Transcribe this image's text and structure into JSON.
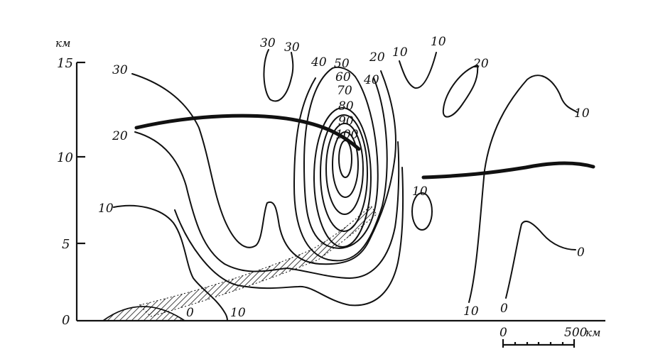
{
  "axis": {
    "unit": "км",
    "ticks": [
      "15",
      "10",
      "5",
      "0"
    ]
  },
  "scale_bar": {
    "start": "0",
    "end": "500",
    "unit": "км"
  },
  "isolines": {
    "l30a": "30",
    "l30b": "30",
    "l30c": "30",
    "l40a": "40",
    "l50": "50",
    "l60": "60",
    "l70": "70",
    "l80": "80",
    "l90": "90",
    "l100": "100",
    "l40b": "40",
    "l20a": "20",
    "l20b": "20",
    "l20c": "20",
    "l10a": "10",
    "l10b": "10",
    "l10c": "10",
    "l10d": "10",
    "l10e": "10",
    "l10f": "10",
    "l10g": "10",
    "l0a": "0",
    "l0b": "0",
    "l0c": "0"
  },
  "colors": {
    "ink": "#111111",
    "background": "#ffffff"
  }
}
